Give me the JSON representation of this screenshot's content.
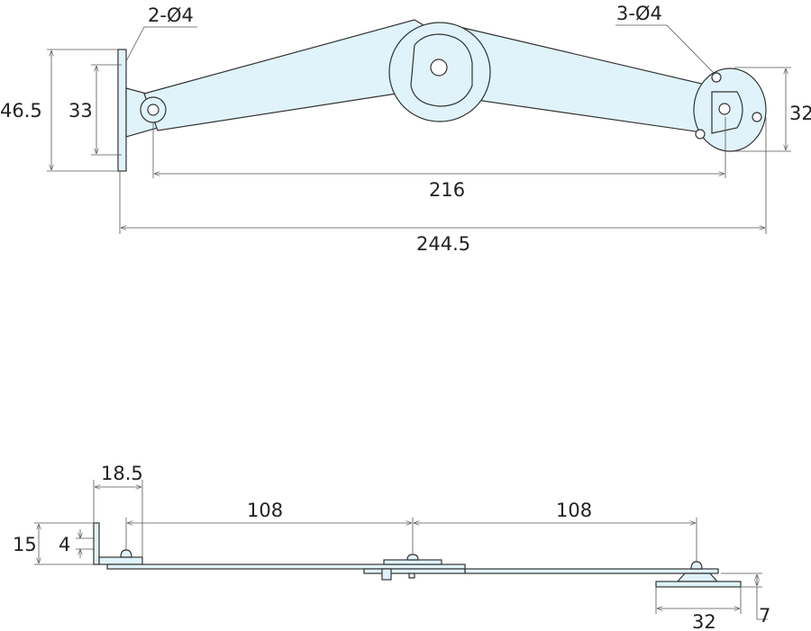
{
  "top_view": {
    "callouts": {
      "left_holes": "2-Ø4",
      "right_holes": "3-Ø4"
    },
    "dimensions": {
      "bracket_height": "46.5",
      "bracket_hole_spacing": "33",
      "plate_diameter": "32",
      "pivot_distance": "216",
      "overall_length": "244.5"
    }
  },
  "side_view": {
    "dimensions": {
      "bracket_offset": "18.5",
      "link_left": "108",
      "link_right": "108",
      "bracket_height": "15",
      "hole_offset": "4",
      "plate_width": "32",
      "plate_height": "7"
    }
  },
  "colors": {
    "part_fill": "#e0f3fb",
    "outline": "#333333"
  }
}
